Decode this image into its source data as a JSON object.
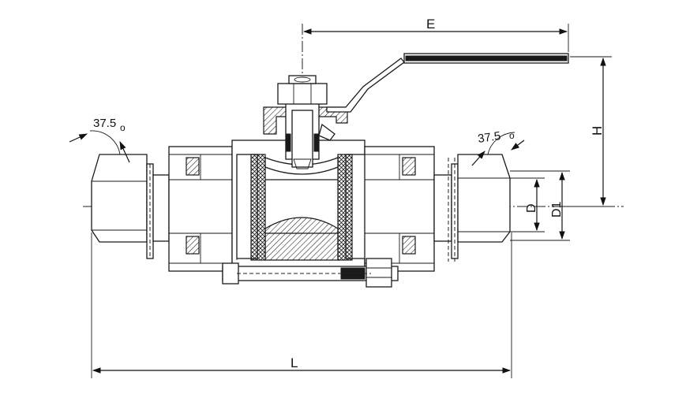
{
  "labels": {
    "E": "E",
    "H": "H",
    "D": "D",
    "D1": "D1",
    "L": "L",
    "angle_left": "37.5",
    "angle_right": "37.5",
    "degree_symbol": "o"
  }
}
